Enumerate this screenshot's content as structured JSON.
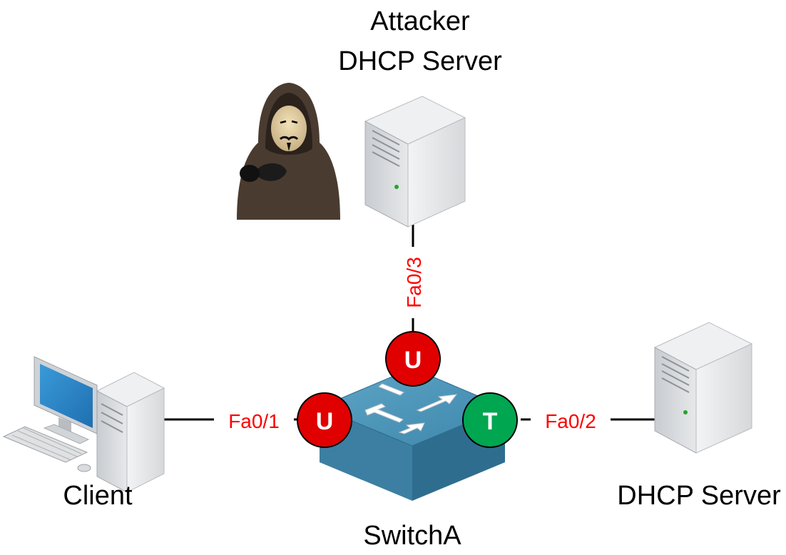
{
  "labels": {
    "attacker_line1": "Attacker",
    "attacker_line2": "DHCP Server",
    "client": "Client",
    "switch": "SwitchA",
    "dhcp_server": "DHCP Server"
  },
  "ports": {
    "left": "Fa0/1",
    "right": "Fa0/2",
    "top": "Fa0/3"
  },
  "badges": {
    "left": "U",
    "top": "U",
    "right": "T"
  },
  "colors": {
    "untrusted": "#e00000",
    "trusted": "#00a650",
    "port_label": "#ff0000",
    "link": "#000000"
  }
}
